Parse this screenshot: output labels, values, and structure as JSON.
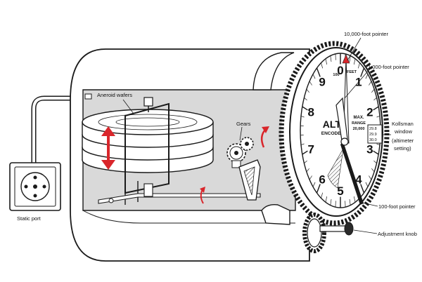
{
  "labels": {
    "aneroid_wafers": "Aneroid wafers",
    "gears": "Gears",
    "static_port": "Static port",
    "pointer_10000": "10,000-foot pointer",
    "pointer_1000": "1,000-foot pointer",
    "kollsman_1": "Kollsman",
    "kollsman_2": "window",
    "kollsman_3": "(altimeter",
    "kollsman_4": "setting)",
    "pointer_100": "100-foot pointer",
    "adjustment_knob": "Adjustment knob"
  },
  "dial": {
    "numbers": [
      "0",
      "1",
      "2",
      "3",
      "4",
      "5",
      "6",
      "7",
      "8",
      "9"
    ],
    "center_top": "ALT.",
    "center_bottom": "ENCODED",
    "max": "MAX.",
    "range": "RANGE",
    "range_value": "20,000",
    "unit_100": "100",
    "unit_feet": "FEET",
    "kollsman_values": [
      "29.8",
      "29.9",
      "30.0"
    ]
  },
  "colors": {
    "arrow": "#d9262b",
    "line": "#1a1a1a",
    "interior": "#d9d9d9",
    "body": "#ffffff"
  }
}
